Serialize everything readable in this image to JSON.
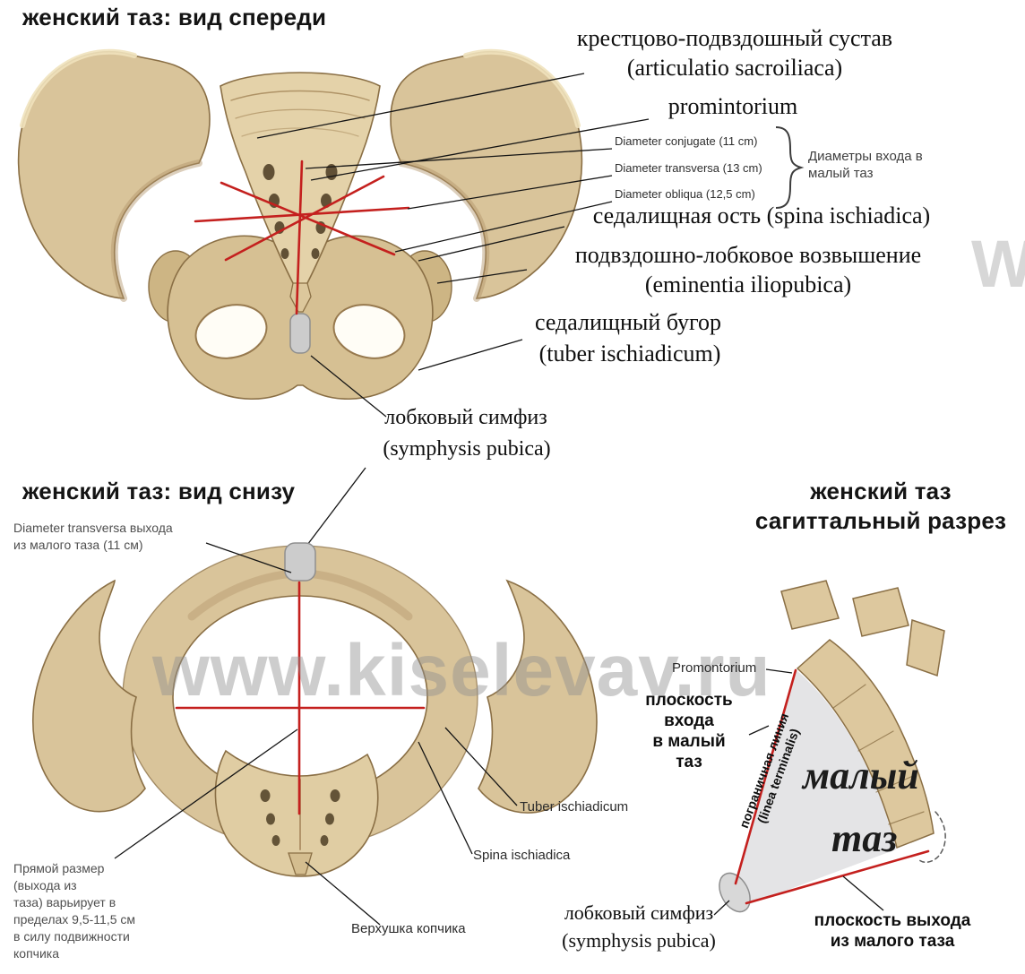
{
  "colors": {
    "bone": "#d9c49a",
    "bone_light": "#e8d7ae",
    "bone_dark": "#b2946a",
    "outline": "#8a6f45",
    "measurement_red": "#c4201e",
    "cavity_gray": "#e4e4e6",
    "symphysis_gray": "#cccccc",
    "watermark_gray": "#a0a0a0"
  },
  "watermark": {
    "text": "www.kiselevav.ru",
    "fragment": "W"
  },
  "front_view": {
    "title": "женский таз: вид спереди",
    "labels": {
      "sacroiliac_ru": "крестцово-подвздошный сустав",
      "sacroiliac_la": "(articulatio sacroiliaca)",
      "promontorium": "promintorium",
      "diameter_conjugata": "Diameter conjugate (11 cm)",
      "diameter_transversa": "Diameter transversa (13 cm)",
      "diameter_obliqua": "Diameter obliqua (12,5 cm)",
      "inlet_diameters_lines": [
        "Диаметры входа в",
        "малый таз"
      ],
      "ischial_spine": "седалищная ость (spina ischiadica)",
      "iliopubic_ru": "подвздошно-лобковое возвышение",
      "iliopubic_la": "(eminentia iliopubica)",
      "ischial_tuber_ru": "седалищный бугор",
      "ischial_tuber_la": "(tuber ischiadicum)",
      "pubic_symphysis_ru": "лобковый симфиз",
      "pubic_symphysis_la": "(symphysis pubica)"
    }
  },
  "inferior_view": {
    "title": "женский таз: вид снизу",
    "labels": {
      "diameter_transversa_lines": [
        "Diameter transversa выхода",
        "из малого таза (11 см)"
      ],
      "tuber_ischiadicum": "Tuber ischiadicum",
      "spina_ischiadica": "Spina ischiadica",
      "coccyx_tip": "Верхушка копчика",
      "direct_size_lines": [
        "Прямой размер",
        "(выхода из",
        "таза) варьирует в",
        "пределах 9,5-11,5 см",
        "в силу подвижности",
        "копчика"
      ]
    }
  },
  "sagittal_view": {
    "title_lines": [
      "женский таз",
      "сагиттальный разрез"
    ],
    "labels": {
      "promontorium": "Promontorium",
      "inlet_plane_lines": [
        "плоскость",
        "входа",
        "в малый",
        "таз"
      ],
      "linea_terminalis_lines": [
        "пограничная линия",
        "(linea terminalis)"
      ],
      "lesser_pelvis_word1": "малый",
      "lesser_pelvis_word2": "таз",
      "pubic_symphysis_ru": "лобковый симфиз",
      "pubic_symphysis_la": "(symphysis pubica)",
      "outlet_plane_lines": [
        "плоскость выхода",
        "из малого таза"
      ]
    }
  }
}
